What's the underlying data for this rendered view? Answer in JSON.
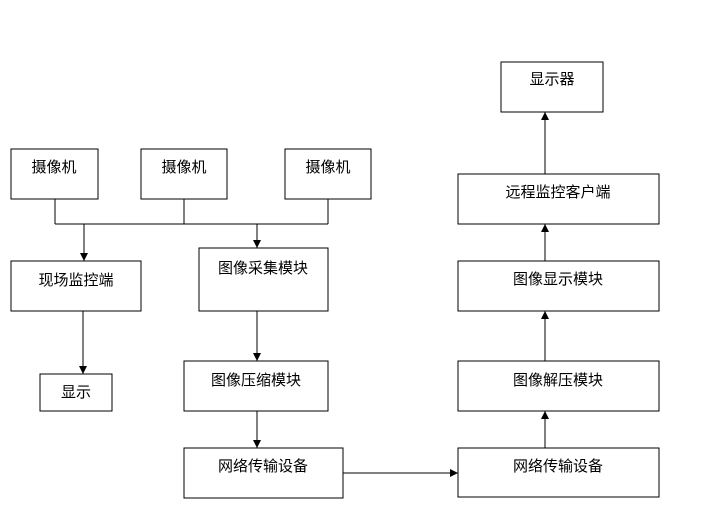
{
  "diagram": {
    "nodes": {
      "display_device": "显示器",
      "camera_1": "摄像机",
      "camera_2": "摄像机",
      "camera_3": "摄像机",
      "remote_client": "远程监控客户端",
      "local_monitor": "现场监控端",
      "image_capture": "图像采集模块",
      "image_display": "图像显示模块",
      "local_display": "显示",
      "image_compress": "图像压缩模块",
      "image_decompress": "图像解压模块",
      "network_tx": "网络传输设备",
      "network_rx": "网络传输设备"
    },
    "edges": [
      {
        "from": "camera_1",
        "to": "local_monitor"
      },
      {
        "from": "camera_2",
        "to": "local_monitor"
      },
      {
        "from": "camera_3",
        "to": "local_monitor"
      },
      {
        "from": "camera_1",
        "to": "image_capture"
      },
      {
        "from": "camera_2",
        "to": "image_capture"
      },
      {
        "from": "camera_3",
        "to": "image_capture"
      },
      {
        "from": "local_monitor",
        "to": "local_display"
      },
      {
        "from": "image_capture",
        "to": "image_compress"
      },
      {
        "from": "image_compress",
        "to": "network_tx"
      },
      {
        "from": "network_tx",
        "to": "network_rx"
      },
      {
        "from": "network_rx",
        "to": "image_decompress"
      },
      {
        "from": "image_decompress",
        "to": "image_display"
      },
      {
        "from": "image_display",
        "to": "remote_client"
      },
      {
        "from": "remote_client",
        "to": "display_device"
      }
    ]
  }
}
